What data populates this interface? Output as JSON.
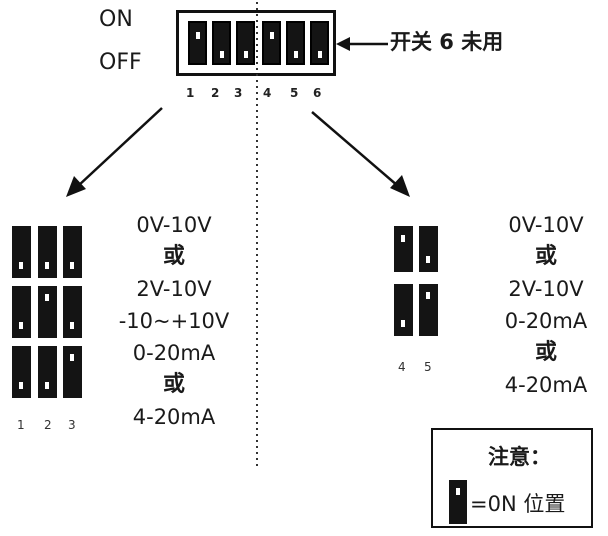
{
  "labels": {
    "on": "ON",
    "off": "OFF",
    "switch6_unused": "开关 6 未用"
  },
  "dip_numbers": [
    "1",
    "2",
    "3",
    "4",
    "5",
    "6"
  ],
  "left_block": {
    "numbers": [
      "1",
      "2",
      "3"
    ],
    "options": [
      "0V-10V",
      "或",
      "2V-10V",
      "-10~+10V",
      "0-20mA",
      "或",
      "4-20mA"
    ]
  },
  "right_block": {
    "numbers": [
      "4",
      "5"
    ],
    "options": [
      "0V-10V",
      "或",
      "2V-10V",
      "0-20mA",
      "或",
      "4-20mA"
    ]
  },
  "note": {
    "title": "注意：",
    "text": "=0N 位置"
  },
  "colors": {
    "ink": "#111111",
    "switch": "#141414",
    "background": "#ffffff"
  }
}
